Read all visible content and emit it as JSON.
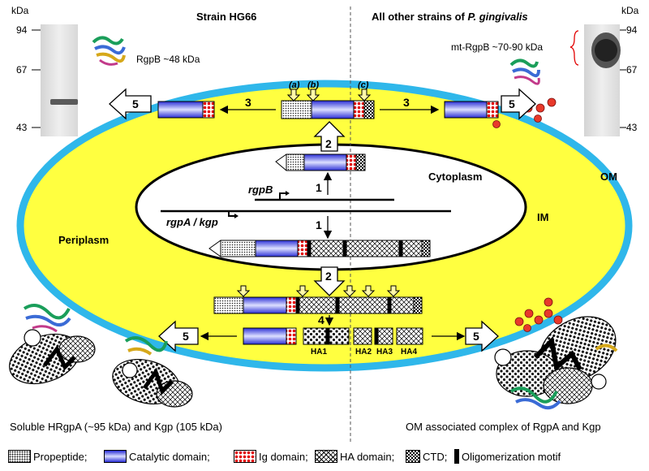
{
  "headers": {
    "left": "Strain HG66",
    "right_prefix": "All other strains of ",
    "right_species": "P. gingivalis"
  },
  "blot_left": {
    "unit": "kDa",
    "markers": [
      "94",
      "67",
      "43"
    ],
    "band_label": "RgpB  ~48 kDa"
  },
  "blot_right": {
    "unit": "kDa",
    "markers": [
      "94",
      "67",
      "43"
    ],
    "band_label": "mt-RgpB  ~70-90 kDa"
  },
  "compartments": {
    "om": "OM",
    "im": "IM",
    "cytoplasm": "Cytoplasm",
    "periplasm": "Periplasm"
  },
  "genes": {
    "rgpb": "rgpB",
    "rgpa_kgp": "rgpA / kgp"
  },
  "cleavage_sites": [
    "a",
    "b",
    "c"
  ],
  "steps": {
    "s1_top": "1",
    "s1_bottom": "1",
    "s2_top": "2",
    "s2_bottom": "2",
    "s3_left": "3",
    "s3_right": "3",
    "s4": "4",
    "s5_topleft": "5",
    "s5_topright": "5",
    "s5_botleft": "5",
    "s5_botright": "5"
  },
  "ha_domains": [
    "HA1",
    "HA2",
    "HA3",
    "HA4"
  ],
  "captions": {
    "bottom_left": "Soluble HRgpA (~95 kDa) and Kgp (105 kDa)",
    "bottom_right": "OM associated complex of RgpA and Kgp"
  },
  "legend": {
    "propeptide": "Propeptide;",
    "catalytic": "Catalytic domain;",
    "ig": "Ig domain;",
    "ha": "HA domain;",
    "ctd": "CTD;",
    "oligo": "Oligomerization motif"
  },
  "colors": {
    "outer_membrane": "#2fb7ea",
    "periplasm_fill": "#ffff40",
    "catalytic_blue": "#2b2fd6",
    "ig_red": "#e20000",
    "modification_dot": "#e8392a"
  }
}
